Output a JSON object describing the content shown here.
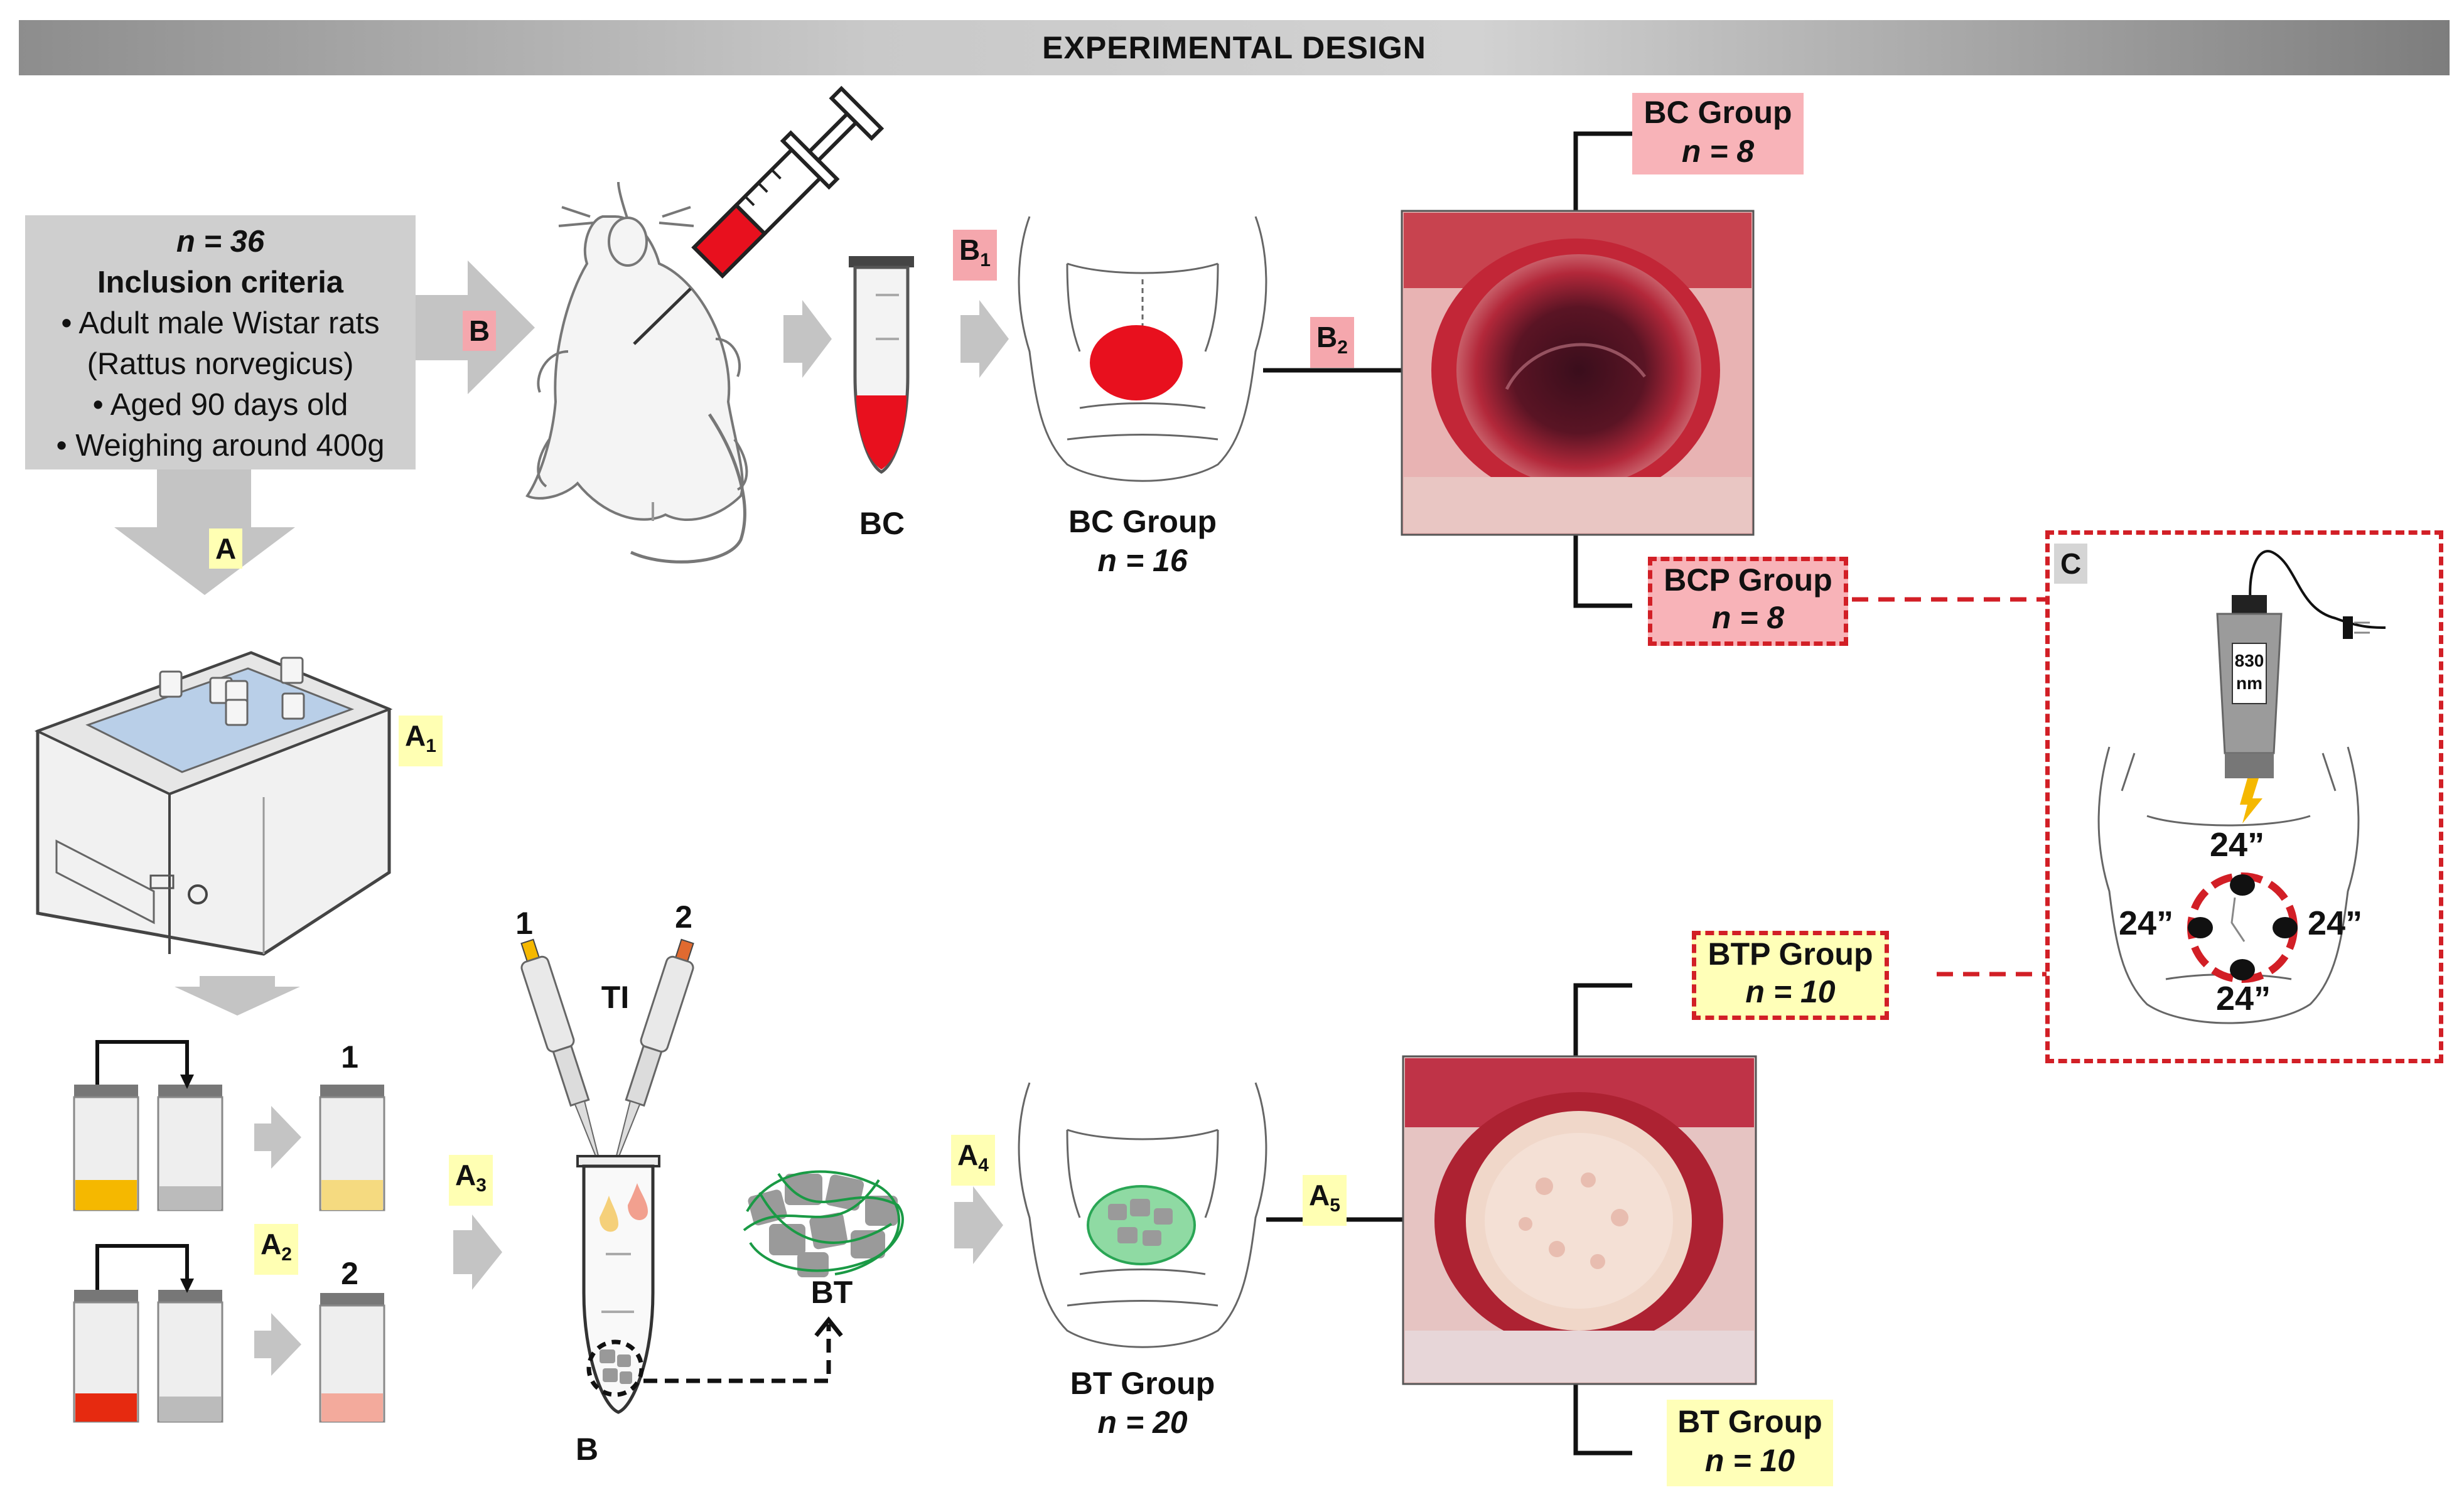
{
  "title": "EXPERIMENTAL DESIGN",
  "inclusion": {
    "n": "n = 36",
    "heading": "Inclusion criteria",
    "item1": "•  Adult male Wistar rats",
    "item2": "(Rattus norvegicus)",
    "item3": "•  Aged 90 days old",
    "item4": "•  Weighing around 400g"
  },
  "steps": {
    "A": "A",
    "B": "B",
    "C": "C",
    "A1": "A",
    "A1_sub": "1",
    "A2": "A",
    "A2_sub": "2",
    "A3": "A",
    "A3_sub": "3",
    "A4": "A",
    "A4_sub": "4",
    "A5": "A",
    "A5_sub": "5",
    "B1": "B",
    "B1_sub": "1",
    "B2": "B",
    "B2_sub": "2"
  },
  "labels": {
    "bc": "BC",
    "bt": "BT",
    "b_tube": "B",
    "ti": "TI",
    "pip1": "1",
    "pip2": "2",
    "vial1": "1",
    "vial2": "2",
    "laser": "830 nm",
    "dose": "24”"
  },
  "groups": {
    "bc_center": {
      "name": "BC Group",
      "n": "n = 16"
    },
    "bt_center": {
      "name": "BT Group",
      "n": "n = 20"
    },
    "bc": {
      "name": "BC Group",
      "n": "n = 8"
    },
    "bcp": {
      "name": "BCP Group",
      "n": "n = 8"
    },
    "btp": {
      "name": "BTP Group",
      "n": "n = 10"
    },
    "bt": {
      "name": "BT Group",
      "n": "n = 10"
    }
  },
  "colors": {
    "blood": "#e8101e",
    "graft": "#5cc27a",
    "dashed": "#d21f26",
    "arrow": "#c4c4c4",
    "highlight_yellow": "#ffffb3",
    "highlight_pink": "#f5a7ad"
  }
}
